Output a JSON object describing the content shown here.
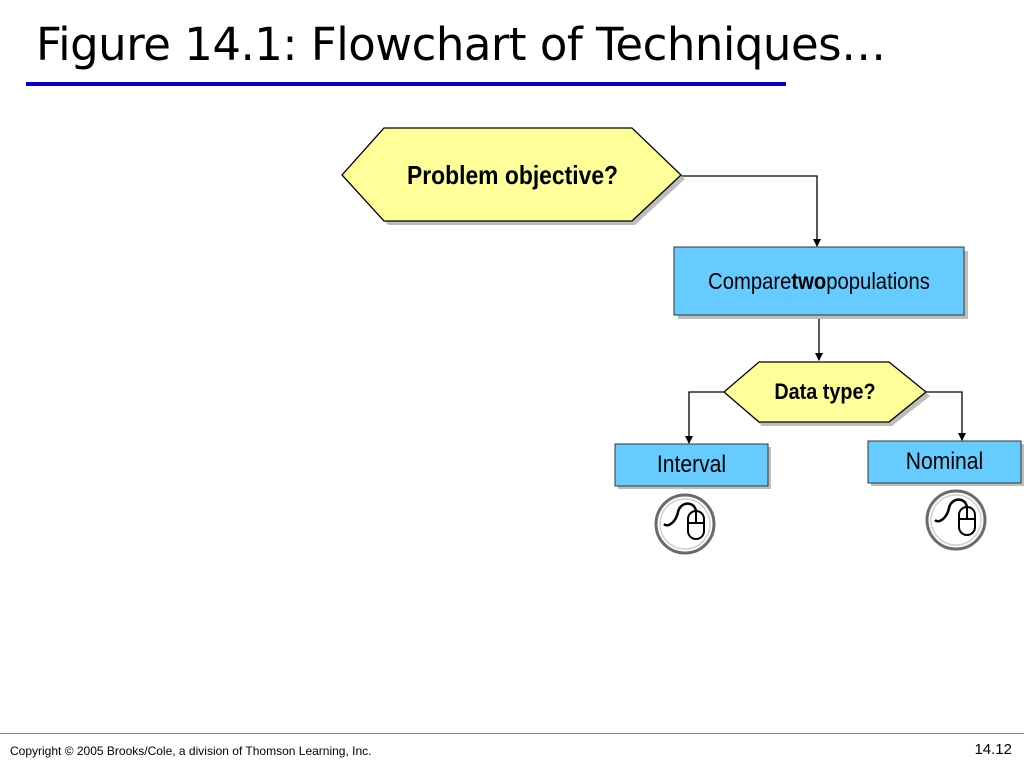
{
  "title": "Figure 14.1: Flowchart of Techniques…",
  "nodes": {
    "problem": "Problem objective?",
    "compare_pre": "Compare ",
    "compare_bold": "two",
    "compare_post": " populations",
    "datatype": "Data  type?",
    "interval": "Interval",
    "nominal": "Nominal"
  },
  "icons": {
    "interval_link": "mouse-click-icon",
    "nominal_link": "mouse-click-icon"
  },
  "colors": {
    "decision_fill": "#ffff99",
    "process_fill": "#66ccff",
    "title_rule": "#0000cc"
  },
  "footer": {
    "copyright": "Copyright © 2005 Brooks/Cole, a division of Thomson Learning, Inc.",
    "slide_number": "14.12"
  }
}
